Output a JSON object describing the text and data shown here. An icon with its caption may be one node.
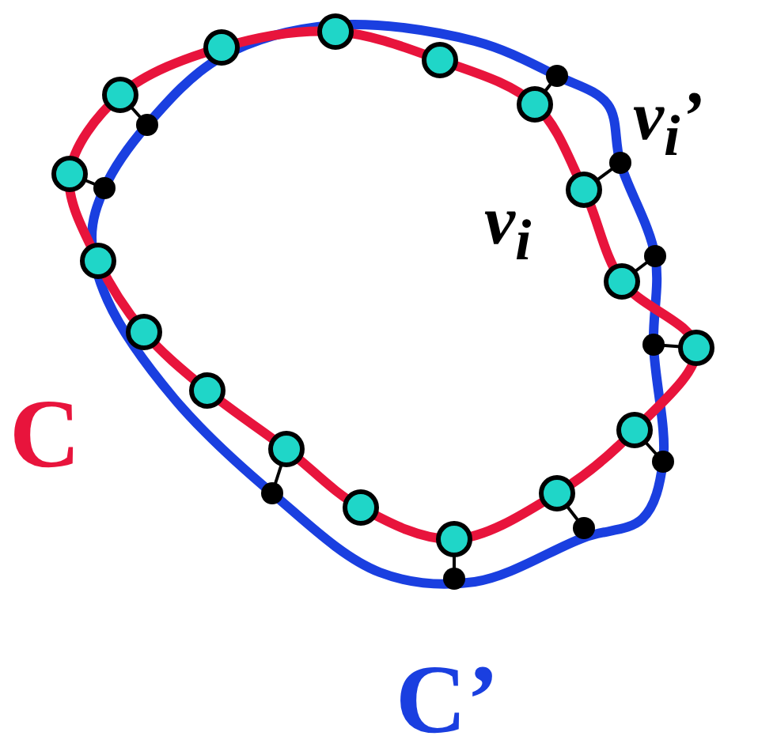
{
  "diagram": {
    "labels": [
      "ν$_{i}$’",
      "ν$_{i}$",
      "C",
      "C’"
    ]
  }
}
